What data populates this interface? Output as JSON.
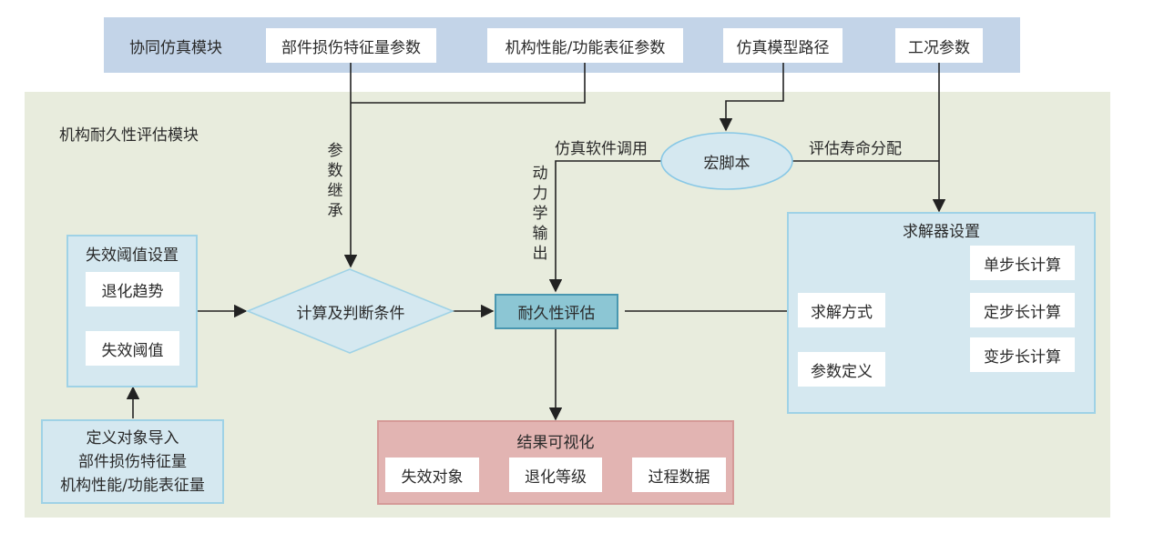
{
  "collab_module": {
    "title": "协同仿真模块",
    "items": [
      "部件损伤特征量参数",
      "机构性能/功能表征参数",
      "仿真模型路径",
      "工况参数"
    ]
  },
  "durability_module": {
    "title": "机构耐久性评估模块",
    "labels": {
      "param_inherit": "参数继承",
      "sim_call": "仿真软件调用",
      "dynamics_output": "动力学输出",
      "life_alloc": "评估寿命分配"
    },
    "macro_script": "宏脚本",
    "decision": "计算及判断条件",
    "evaluation": "耐久性评估",
    "threshold_settings": {
      "title": "失效阈值设置",
      "items": [
        "退化趋势",
        "失效阈值"
      ]
    },
    "definition_import": {
      "lines": [
        "定义对象导入",
        "部件损伤特征量",
        "机构性能/功能表征量"
      ]
    },
    "solver_settings": {
      "title": "求解器设置",
      "left_items": [
        "求解方式",
        "参数定义"
      ],
      "methods": [
        "单步长计算",
        "定步长计算",
        "变步长计算"
      ]
    },
    "visualization": {
      "title": "结果可视化",
      "items": [
        "失效对象",
        "退化等级",
        "过程数据"
      ]
    }
  },
  "colors": {
    "collab_band": "#c3d4e8",
    "durability_bg": "#e8ecdd",
    "light_box": "#d5e8f0",
    "eval_box": "#8cc6d4",
    "visual_box": "#e2b4b2",
    "line": "#222222"
  }
}
